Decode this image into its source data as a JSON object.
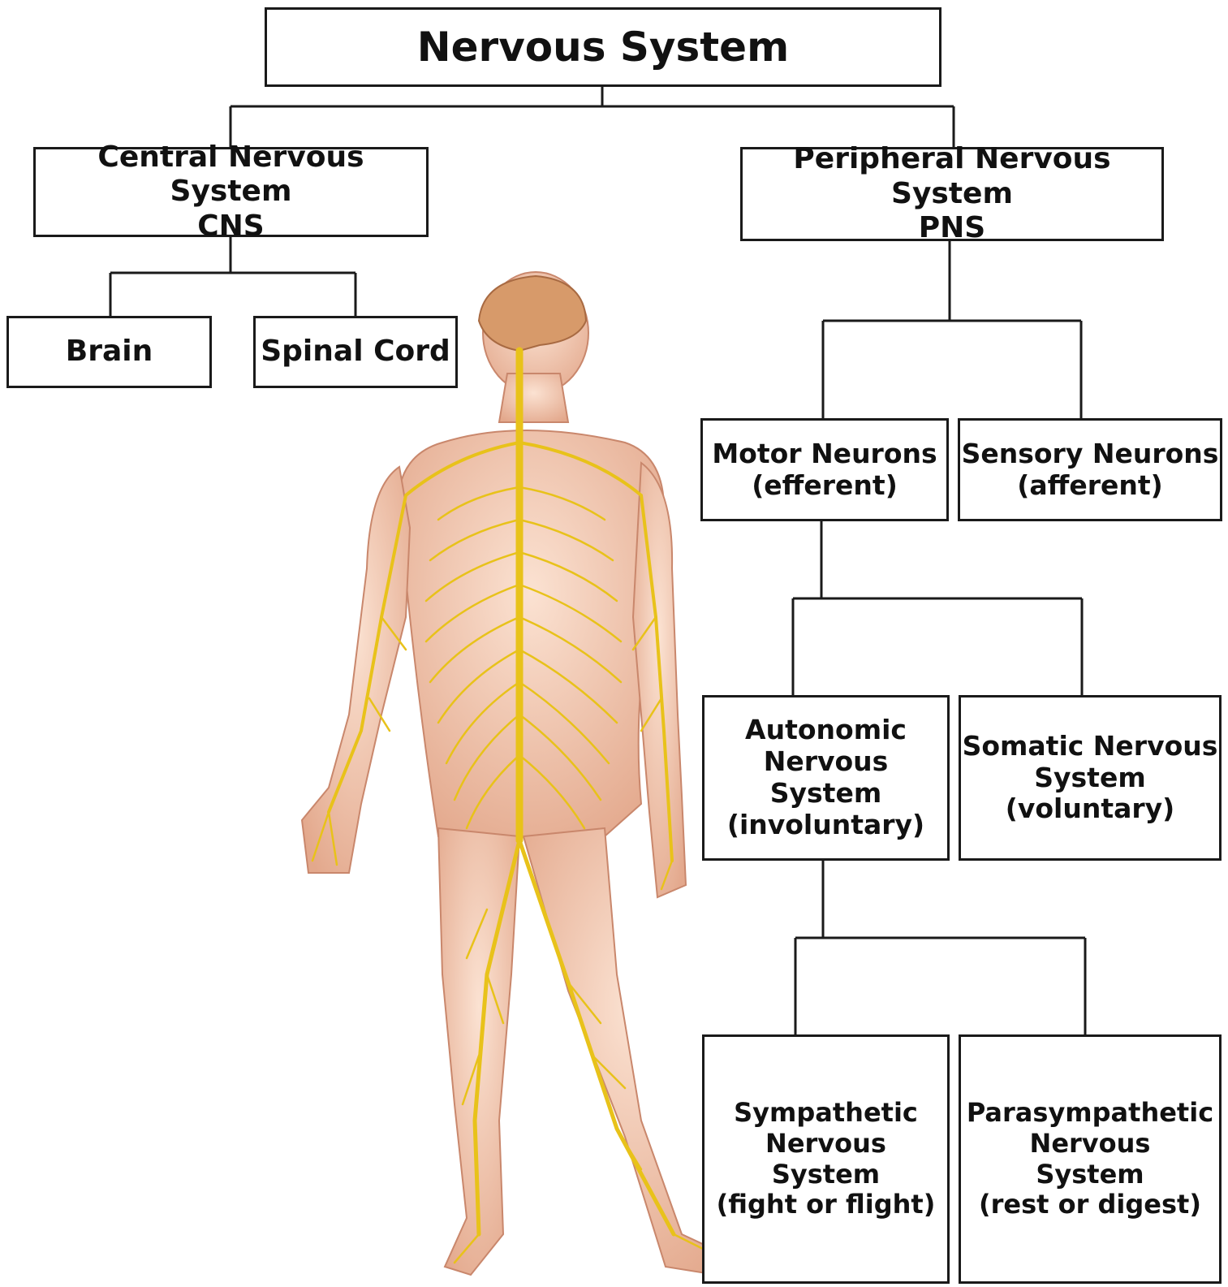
{
  "root": {
    "label": "Nervous System"
  },
  "cns": {
    "line1": "Central Nervous System",
    "line2": "CNS"
  },
  "brain": {
    "label": "Brain"
  },
  "spinal_cord": {
    "label": "Spinal Cord"
  },
  "pns": {
    "line1": "Peripheral Nervous System",
    "line2": "PNS"
  },
  "motor": {
    "line1": "Motor Neurons",
    "line2": "(efferent)"
  },
  "sensory": {
    "line1": "Sensory Neurons",
    "line2": "(afferent)"
  },
  "autonomic": {
    "line1": "Autonomic",
    "line2": "Nervous System",
    "line3": "(involuntary)"
  },
  "somatic": {
    "line1": "Somatic Nervous",
    "line2": "System",
    "line3": "(voluntary)"
  },
  "sympathetic": {
    "line1": "Sympathetic",
    "line2": "Nervous",
    "line3": "System",
    "line4": "(fight or flight)"
  },
  "parasympathetic": {
    "line1": "Parasympathetic",
    "line2": "Nervous",
    "line3": "System",
    "line4": "(rest or digest)"
  },
  "colors": {
    "border": "#1a1a1a",
    "text": "#111111",
    "nerve": "#e8c21a",
    "skin": "#f2c9b0",
    "brain": "#d79a6a"
  }
}
